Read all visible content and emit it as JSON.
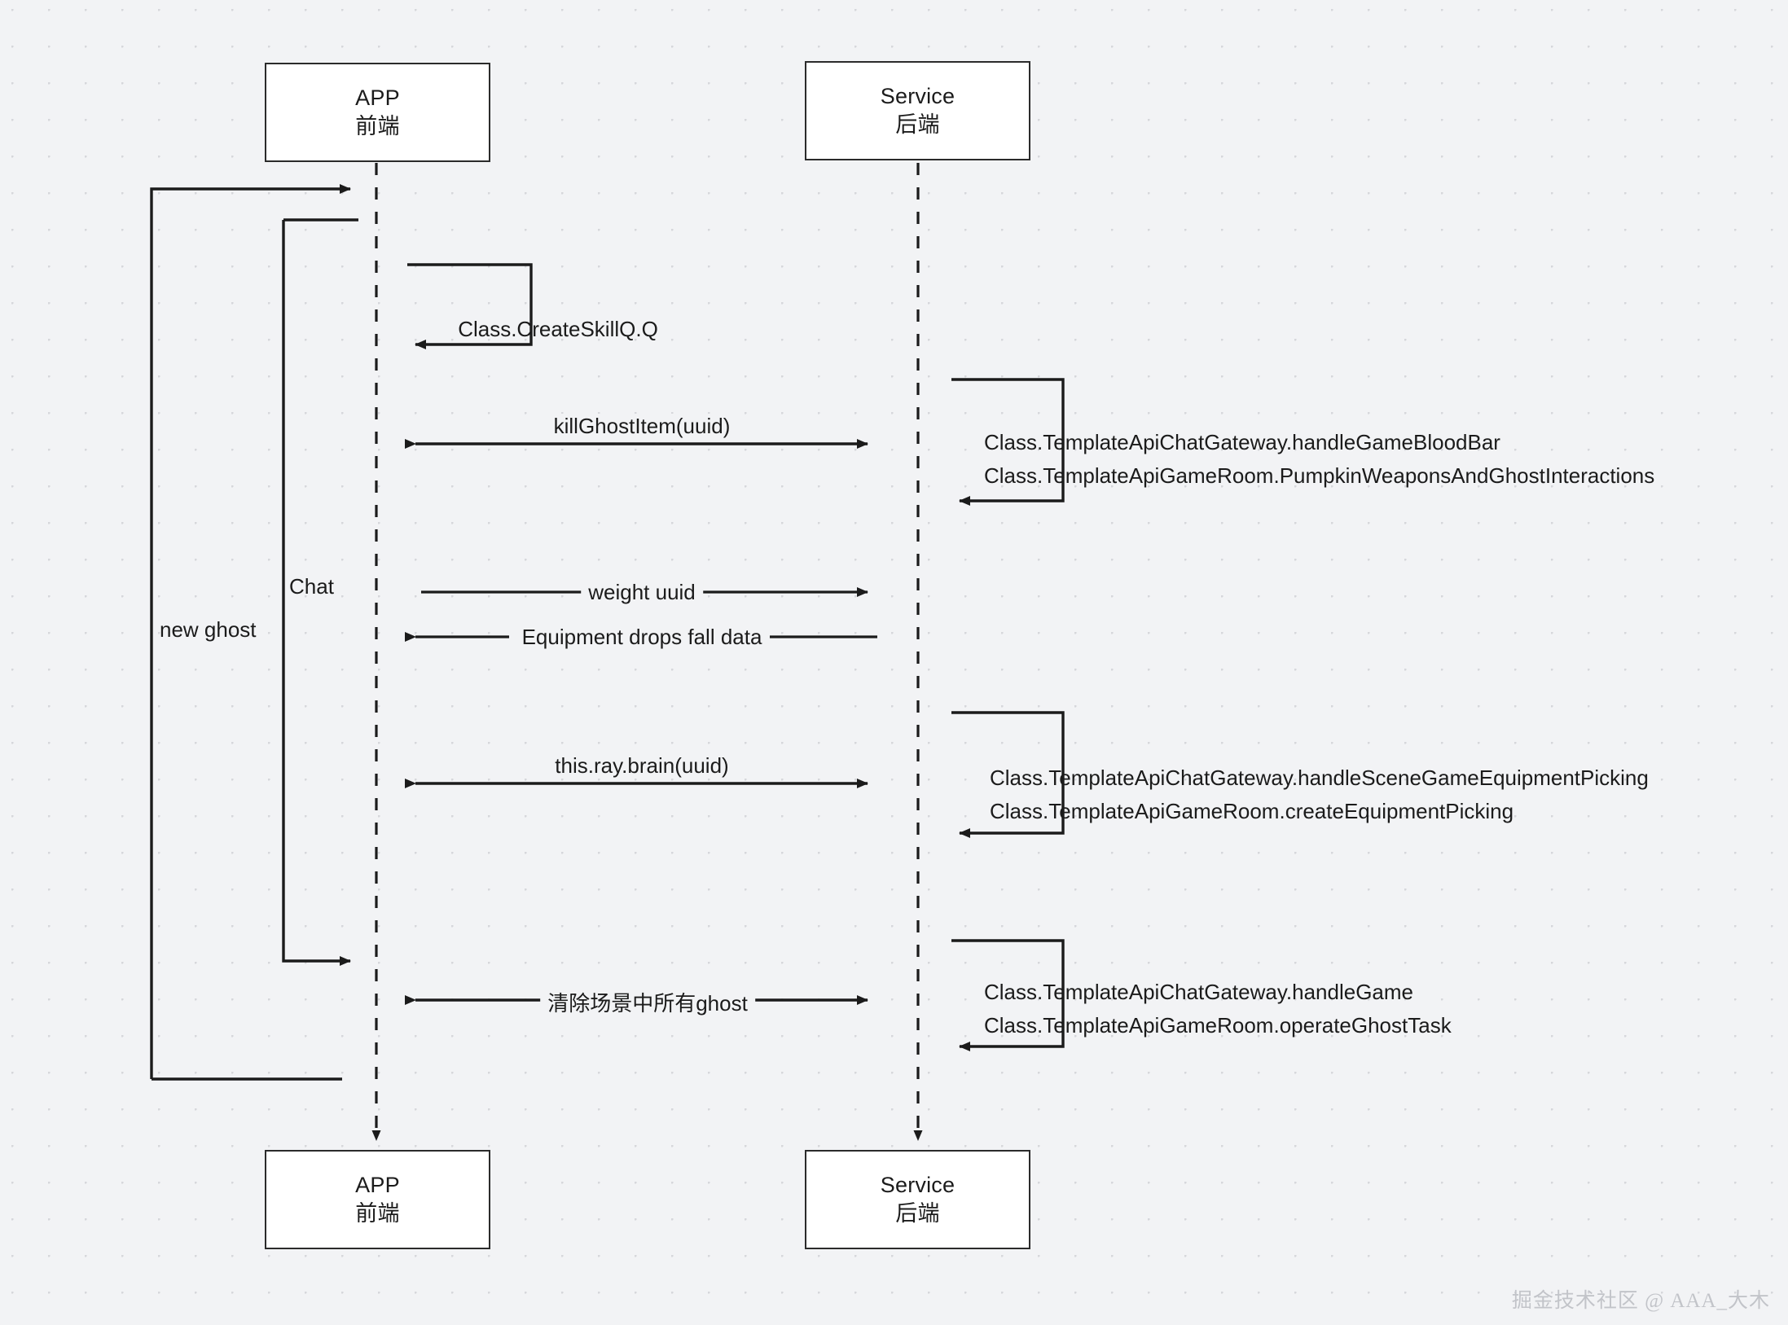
{
  "diagram": {
    "kind": "sequence-diagram",
    "background_color": "#f2f3f5",
    "line_color": "#1b1b1b",
    "participants": [
      {
        "id": "app",
        "line1": "APP",
        "line2": "前端"
      },
      {
        "id": "service",
        "line1": "Service",
        "line2": "后端"
      }
    ],
    "left_brackets": [
      {
        "id": "new-ghost",
        "label": "new ghost"
      },
      {
        "id": "chat",
        "label": "Chat"
      }
    ],
    "self_messages": [
      {
        "id": "app-self-1",
        "actor": "app",
        "label": "Class.CreateSkillQ.Q"
      }
    ],
    "messages": [
      {
        "id": "kill-ghost-item",
        "label": "killGhostItem(uuid)",
        "style": "double-arrow",
        "label_position": "above"
      },
      {
        "id": "weight-uuid",
        "label": "weight uuid",
        "style": "arrow-right",
        "label_position": "inline"
      },
      {
        "id": "equipment-drops",
        "label": "Equipment drops fall data",
        "style": "arrow-left",
        "label_position": "inline"
      },
      {
        "id": "ray-brain",
        "label": "this.ray.brain(uuid)",
        "style": "double-arrow",
        "label_position": "above"
      },
      {
        "id": "clear-ghosts",
        "label": "清除场景中所有ghost",
        "style": "double-arrow",
        "label_position": "inline"
      }
    ],
    "service_notes": [
      {
        "id": "note-blood-bar",
        "lines": [
          "Class.TemplateApiChatGateway.handleGameBloodBar",
          "Class.TemplateApiGameRoom.PumpkinWeaponsAndGhostInteractions"
        ]
      },
      {
        "id": "note-equipment-picking",
        "lines": [
          "Class.TemplateApiChatGateway.handleSceneGameEquipmentPicking",
          "Class.TemplateApiGameRoom.createEquipmentPicking"
        ]
      },
      {
        "id": "note-ghost-task",
        "lines": [
          "Class.TemplateApiChatGateway.handleGame",
          "Class.TemplateApiGameRoom.operateGhostTask"
        ]
      }
    ],
    "watermark": "掘金技术社区 @ AAA_大木"
  }
}
